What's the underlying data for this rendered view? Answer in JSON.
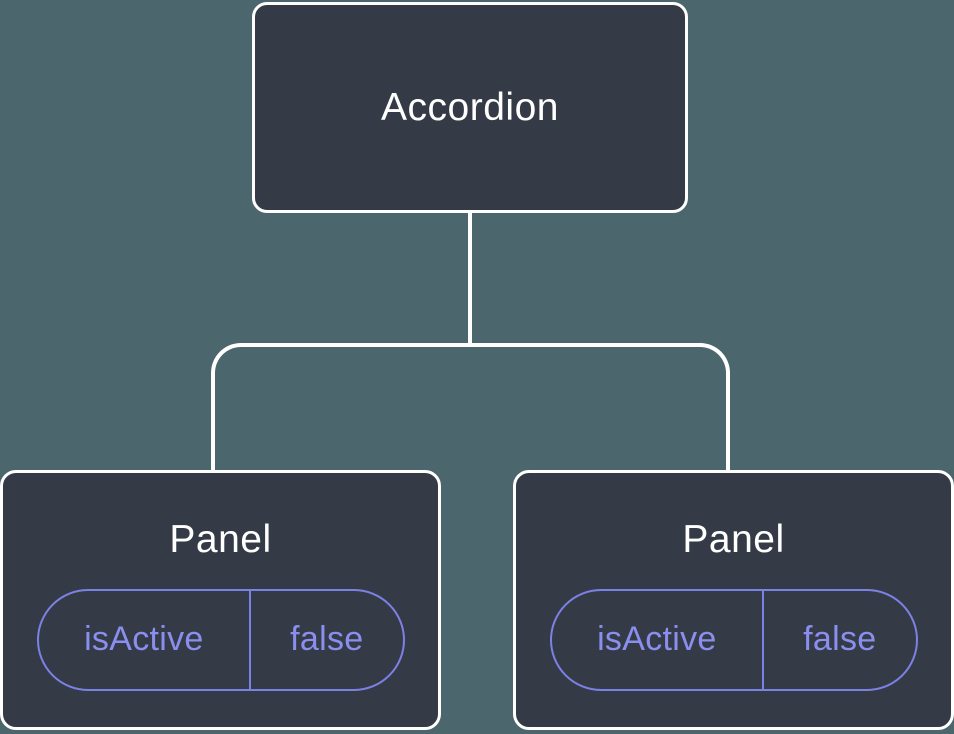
{
  "colors": {
    "background": "#4C666E",
    "node_fill": "#353B46",
    "node_border": "#FFFFFF",
    "node_text": "#FFFFFF",
    "connector": "#FFFFFF",
    "state_border": "#7C81E6",
    "state_text": "#8A8FEF"
  },
  "tree": {
    "root": {
      "label": "Accordion"
    },
    "children": [
      {
        "label": "Panel",
        "state": {
          "name": "isActive",
          "value": "false"
        }
      },
      {
        "label": "Panel",
        "state": {
          "name": "isActive",
          "value": "false"
        }
      }
    ]
  }
}
